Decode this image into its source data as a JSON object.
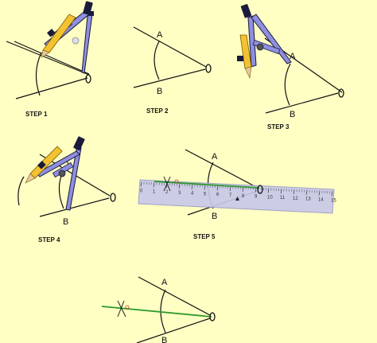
{
  "steps": {
    "step1": "STEP 1",
    "step2": "STEP 2",
    "step3": "STEP 3",
    "step4": "STEP 4",
    "step5": "STEP 5"
  },
  "points": {
    "vertex": "O",
    "a": "A",
    "b": "B"
  },
  "ruler": {
    "ticks": [
      "0",
      "1",
      "2",
      "3",
      "4",
      "5",
      "6",
      "7",
      "8",
      "9",
      "10",
      "11",
      "12",
      "13",
      "14",
      "15"
    ]
  },
  "colors": {
    "background": "#FFFFC4",
    "compass_body": "#8F8FE0",
    "compass_outline": "#1A1A3A",
    "pencil": "#F2C230",
    "ruler": "#C8C8E8",
    "bisector": "#2E9A2E",
    "ink": "#111111"
  }
}
